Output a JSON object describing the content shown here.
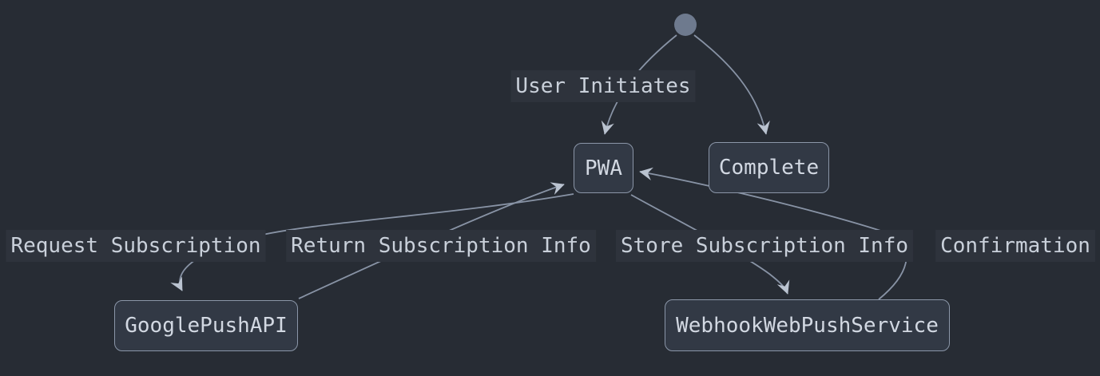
{
  "diagram": {
    "type": "state-diagram",
    "background_color": "#272c34",
    "node_fill_color": "#323945",
    "node_border_color": "#8b96a8",
    "edge_color": "#8893a5",
    "arrowhead_color": "#bac3d0",
    "text_color": "#d2d8e2",
    "initial_state": {
      "shape": "filled-circle",
      "color": "#6e7a8e"
    },
    "nodes": [
      {
        "id": "PWA",
        "label": "PWA"
      },
      {
        "id": "Complete",
        "label": "Complete"
      },
      {
        "id": "GooglePushAPI",
        "label": "GooglePushAPI"
      },
      {
        "id": "WebhookWebPushService",
        "label": "WebhookWebPushService"
      }
    ],
    "edges": [
      {
        "from": "[*]",
        "to": "PWA",
        "label": "User Initiates"
      },
      {
        "from": "[*]",
        "to": "Complete",
        "label": ""
      },
      {
        "from": "PWA",
        "to": "GooglePushAPI",
        "label": "Request Subscription"
      },
      {
        "from": "GooglePushAPI",
        "to": "PWA",
        "label": "Return Subscription Info"
      },
      {
        "from": "PWA",
        "to": "WebhookWebPushService",
        "label": "Store Subscription Info"
      },
      {
        "from": "WebhookWebPushService",
        "to": "PWA",
        "label": "Confirmation"
      }
    ]
  }
}
